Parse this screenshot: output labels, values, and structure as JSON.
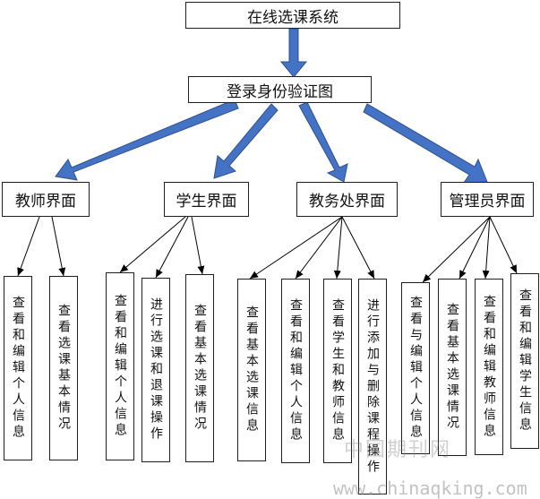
{
  "diagram": {
    "root": "在线选课系统",
    "login": "登录身份验证图",
    "modules": [
      {
        "label": "教师界面",
        "items": [
          "查看和编辑个人信息",
          "查看选课基本情况"
        ]
      },
      {
        "label": "学生界面",
        "items": [
          "查看和编辑个人信息",
          "进行选课和退课操作",
          "查看基本选课情况"
        ]
      },
      {
        "label": "教务处界面",
        "items": [
          "查看基本选课信息",
          "查看和编辑个人信息",
          "查看学生和教师信息",
          "进行添加与删除课程操作"
        ]
      },
      {
        "label": "管理员界面",
        "items": [
          "查看与编辑个人信息",
          "查看基本选课情况",
          "查看和编辑教师信息",
          "查看和编辑学生信息"
        ]
      }
    ]
  },
  "watermark": {
    "text": "中国期刊网",
    "url": "www.chinaqking.com"
  },
  "colors": {
    "arrow_fill": "#4472c4",
    "arrow_stroke": "#2f528f",
    "line": "#000000"
  }
}
